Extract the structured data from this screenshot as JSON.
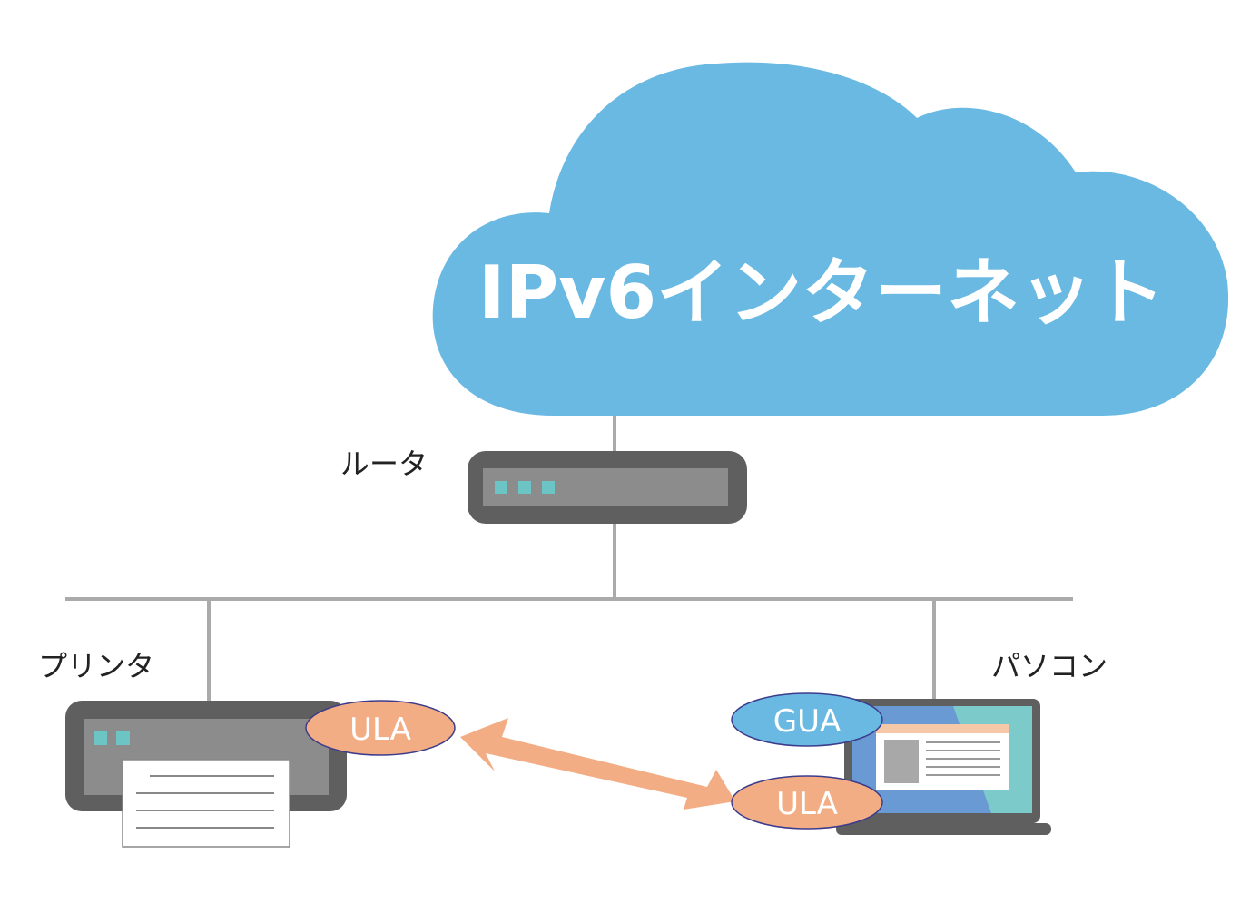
{
  "cloud": {
    "title": "IPv6インターネット",
    "color": "#6ab9e3",
    "text_color": "#ffffff"
  },
  "router": {
    "label": "ルータ",
    "body_color": "#5f5f5f",
    "panel_color": "#8c8c8c",
    "led_color": "#6cc4c4"
  },
  "printer": {
    "label": "プリンタ",
    "badge": "ULA"
  },
  "pc": {
    "label": "パソコン",
    "badges": [
      "GUA",
      "ULA"
    ]
  },
  "colors": {
    "line": "#aaaaaa",
    "ula_fill": "#f3ad84",
    "gua_fill": "#6ab9e3",
    "badge_stroke": "#3c3c8c",
    "arrow": "#f3ad84",
    "screen": "#6a9ad3",
    "screen_accent": "#7dcaca"
  }
}
